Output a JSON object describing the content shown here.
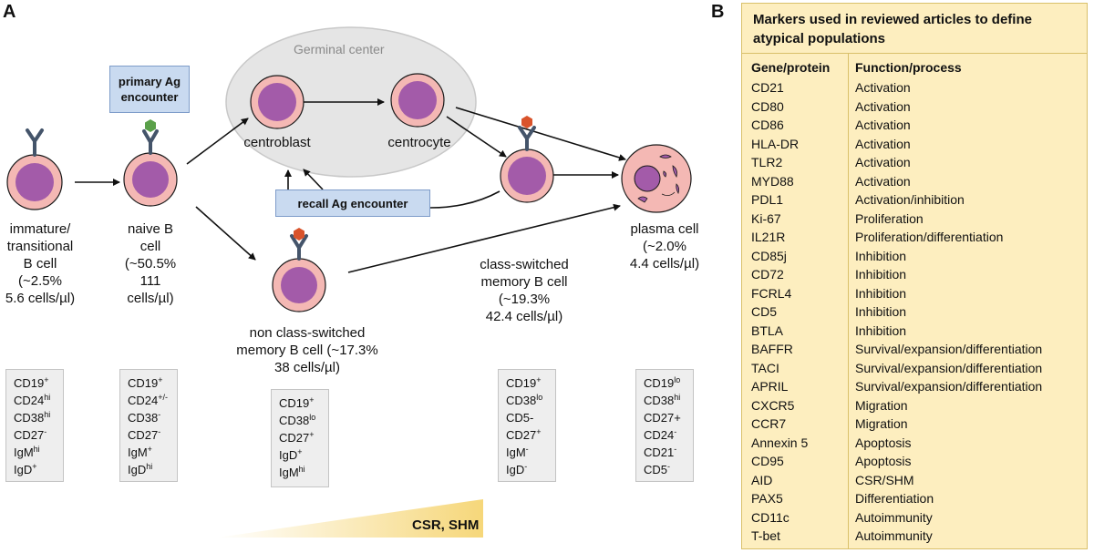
{
  "panel_a": {
    "letter": "A",
    "germinal_center": "Germinal center",
    "primary_ag": "primary Ag encounter",
    "recall_ag": "recall Ag encounter",
    "csr_shm": "CSR, SHM",
    "cells": {
      "immature": {
        "name": [
          "immature/",
          "transitional",
          "B cell"
        ],
        "stats": [
          "(~2.5%",
          "5.6 cells/µl)"
        ]
      },
      "naive": {
        "name": [
          "naive B",
          "cell"
        ],
        "stats": [
          "(~50.5%",
          "111",
          "cells/µl)"
        ]
      },
      "centroblast": {
        "name": [
          "centroblast"
        ]
      },
      "centrocyte": {
        "name": [
          "centrocyte"
        ]
      },
      "non_switched": {
        "name": [
          "non class-switched",
          "memory B cell (~17.3%",
          "38 cells/µl)"
        ]
      },
      "switched": {
        "name": [
          "class-switched",
          "memory B cell",
          "(~19.3%",
          "42.4 cells/µl)"
        ]
      },
      "plasma": {
        "name": [
          "plasma cell",
          "(~2.0%",
          "4.4 cells/µl)"
        ]
      }
    },
    "marker_boxes": [
      {
        "id": "immature",
        "markers": [
          [
            "CD19",
            "+"
          ],
          [
            "CD24",
            "hi"
          ],
          [
            "CD38",
            "hi"
          ],
          [
            "CD27",
            "-"
          ],
          [
            "IgM",
            "hi"
          ],
          [
            "IgD",
            "+"
          ]
        ]
      },
      {
        "id": "naive",
        "markers": [
          [
            "CD19",
            "+"
          ],
          [
            "CD24",
            "+/-"
          ],
          [
            "CD38",
            "-"
          ],
          [
            "CD27",
            "-"
          ],
          [
            "IgM",
            "+"
          ],
          [
            "IgD",
            "hi"
          ]
        ]
      },
      {
        "id": "non-switched",
        "markers": [
          [
            "CD19",
            "+"
          ],
          [
            "CD38",
            "lo"
          ],
          [
            "CD27",
            "+"
          ],
          [
            "IgD",
            "+"
          ],
          [
            "IgM",
            "hi"
          ]
        ]
      },
      {
        "id": "switched",
        "markers": [
          [
            "CD19",
            "+"
          ],
          [
            "CD38",
            "lo"
          ],
          [
            "CD5-",
            ""
          ],
          [
            "CD27",
            "+"
          ],
          [
            "IgM",
            "-"
          ],
          [
            "IgD",
            "-"
          ]
        ]
      },
      {
        "id": "plasma",
        "markers": [
          [
            "CD19",
            "lo"
          ],
          [
            "CD38",
            "hi"
          ],
          [
            "CD27+",
            ""
          ],
          [
            "CD24",
            "-"
          ],
          [
            "CD21",
            "-"
          ],
          [
            "CD5",
            "-"
          ]
        ]
      }
    ]
  },
  "panel_b": {
    "letter": "B",
    "title": "Markers used in reviewed articles to define atypical populations",
    "col_gene": "Gene/protein",
    "col_function": "Function/process",
    "rows": [
      [
        "CD21",
        "Activation"
      ],
      [
        "CD80",
        "Activation"
      ],
      [
        "CD86",
        "Activation"
      ],
      [
        "HLA-DR",
        "Activation"
      ],
      [
        "TLR2",
        "Activation"
      ],
      [
        "MYD88",
        "Activation"
      ],
      [
        "PDL1",
        "Activation/inhibition"
      ],
      [
        "Ki-67",
        "Proliferation"
      ],
      [
        "IL21R",
        "Proliferation/differentiation"
      ],
      [
        "CD85j",
        "Inhibition"
      ],
      [
        "CD72",
        "Inhibition"
      ],
      [
        "FCRL4",
        "Inhibition"
      ],
      [
        "CD5",
        "Inhibition"
      ],
      [
        "BTLA",
        "Inhibition"
      ],
      [
        "BAFFR",
        "Survival/expansion/differentiation"
      ],
      [
        "TACI",
        "Survival/expansion/differentiation"
      ],
      [
        "APRIL",
        "Survival/expansion/differentiation"
      ],
      [
        "CXCR5",
        "Migration"
      ],
      [
        "CCR7",
        "Migration"
      ],
      [
        "Annexin 5",
        "Apoptosis"
      ],
      [
        "CD95",
        "Apoptosis"
      ],
      [
        "AID",
        "CSR/SHM"
      ],
      [
        "PAX5",
        "Differentiation"
      ],
      [
        "CD11c",
        "Autoimmunity"
      ],
      [
        "T-bet",
        "Autoimmunity"
      ]
    ]
  },
  "colors": {
    "cell_outer": "#f4b8b4",
    "cell_inner": "#a35ba9",
    "cell_outline": "#1a1a1a",
    "receptor": "#44546a",
    "antigen_primary": "#5aa04a",
    "antigen_recall": "#d9532b",
    "germinal_fill": "#e5e5e5",
    "csr_gradient": "#f6d77a",
    "table_fill": "#fdeebf"
  }
}
